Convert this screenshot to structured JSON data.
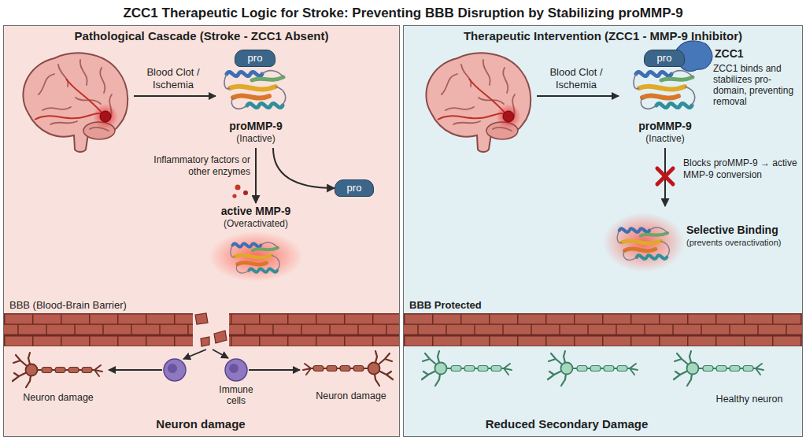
{
  "diagram": {
    "title": "ZCC1 Therapeutic Logic for Stroke: Preventing BBB Disruption by Stabilizing proMMP-9",
    "nodes": [
      {
        "text": [
          "Pathological Cascade (Stroke - ZCC1 Absent)"
        ]
      },
      {
        "text": [
          "proMMP-9",
          "(Inactive)"
        ],
        "in": 0
      },
      {
        "text": [
          "pro"
        ],
        "in": 1
      },
      {
        "text": [
          "pro"
        ],
        "in": 0
      },
      {
        "text": [
          "active MMP-9",
          "(Overactivated)"
        ],
        "in": 0
      },
      {
        "text": [
          "BBB (Blood-Brain Barrier)"
        ],
        "in": 0
      },
      {
        "text": [
          "Therapeutic Intervention (ZCC1 - MMP-9 Inhibitor)"
        ]
      },
      {
        "text": [
          "proMMP-9",
          "(Inactive)"
        ],
        "in": 6
      },
      {
        "text": [
          "pro"
        ],
        "in": 7
      },
      {
        "text": [
          "Selective Binding",
          "(prevents overactivation)"
        ],
        "in": 6
      },
      {
        "text": [
          "BBB Protected"
        ],
        "in": 6
      }
    ],
    "edges": [
      {
        "from": 1,
        "to": 4,
        "arrow": "to",
        "label": "Inflammatory factors or other enzymes"
      },
      {
        "from": 1,
        "to": 3,
        "arrow": "to"
      },
      {
        "from": 7,
        "to": 9,
        "arrow": "to",
        "label": "Blocks proMMP-9 → active MMP-9 conversion"
      }
    ],
    "labels": [
      "Blood Clot / Ischemia",
      "Neuron damage",
      "Immune cells",
      "Neuron damage",
      "Neuron damage",
      "Blood Clot / Ischemia",
      "ZCC1",
      "ZCC1 binds and stabilizes pro-domain, preventing removal",
      "Reduced Secondary Damage",
      "Healthy neuron"
    ]
  }
}
